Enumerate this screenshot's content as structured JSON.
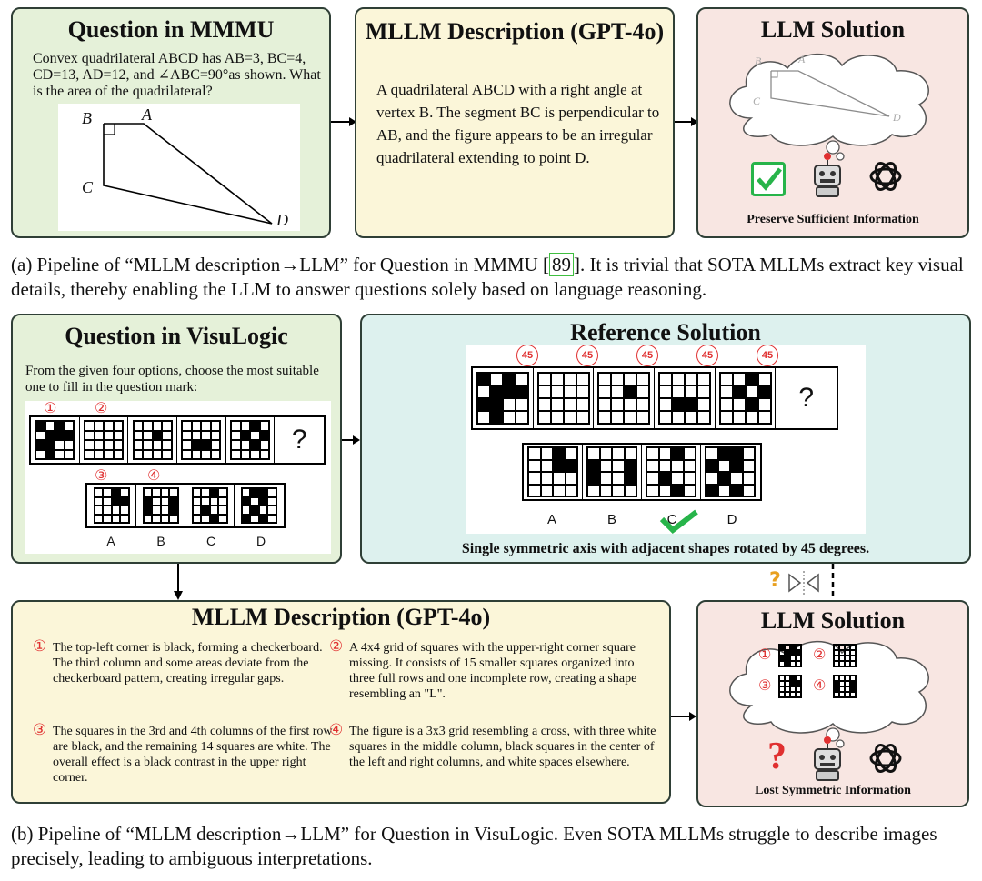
{
  "panel_a1": {
    "title": "Question in MMMU",
    "text": "Convex quadrilateral ABCD has AB=3, BC=4, CD=13, AD=12, and ∠ABC=90°as shown. What is the area of the quadrilateral?",
    "labels": [
      "B",
      "A",
      "C",
      "D"
    ]
  },
  "panel_a2": {
    "title": "MLLM Description (GPT-4o)",
    "text": "A quadrilateral ABCD with a right angle at vertex B. The segment BC is perpendicular to AB, and the figure appears to be an irregular quadrilateral extending to point D."
  },
  "panel_a3": {
    "title": "LLM Solution",
    "footer": "Preserve Sufficient Information",
    "labels": [
      "B",
      "A",
      "C",
      "D"
    ]
  },
  "caption_a": {
    "before": "(a) Pipeline of “MLLM description→LLM” for Question in MMMU [",
    "ref": "89",
    "after": "]. It is trivial that SOTA MLLMs extract key visual details, thereby enabling the LLM to answer questions solely based on language reasoning."
  },
  "panel_b1": {
    "title": "Question in VisuLogic",
    "text": "From the given four options, choose the most suitable one to fill in the question mark:",
    "question_mark": "?",
    "markers": [
      "①",
      "②",
      "③",
      "④"
    ],
    "options": [
      "A",
      "B",
      "C",
      "D"
    ]
  },
  "panel_b2": {
    "title": "Reference Solution",
    "rotation": "45",
    "question_mark": "?",
    "options": [
      "A",
      "B",
      "C",
      "D"
    ],
    "footer": "Single symmetric axis with adjacent shapes rotated by 45 degrees."
  },
  "panel_b3": {
    "title": "MLLM Description (GPT-4o)",
    "items": [
      {
        "num": "①",
        "text": "The top-left corner is black, forming a checkerboard. The third column and some areas deviate from the checkerboard pattern, creating irregular gaps."
      },
      {
        "num": "②",
        "text": "A 4x4 grid of squares with the upper-right corner square missing. It consists of 15 smaller squares organized into three full rows and one incomplete row, creating a shape resembling an \"L\"."
      },
      {
        "num": "③",
        "text": "The squares in the 3rd and 4th columns of the first row are black, and the remaining 14 squares are white. The overall effect is a black contrast in the upper right corner."
      },
      {
        "num": "④",
        "text": "The figure is a 3x3 grid resembling a cross, with three white squares in the middle column, black squares in the center of the left and right columns, and white spaces elsewhere."
      }
    ]
  },
  "panel_b4": {
    "title": "LLM Solution",
    "footer": "Lost Symmetric Information",
    "markers": [
      "①",
      "②",
      "③",
      "④"
    ],
    "big_question": "?"
  },
  "caption_b": {
    "text": "(b) Pipeline of “MLLM description→LLM” for Question in VisuLogic. Even SOTA MLLMs struggle to describe images precisely, leading to ambiguous interpretations."
  },
  "icons": {
    "check": "checkmark-icon",
    "robot": "robot-icon",
    "openai": "openai-logo-icon",
    "question": "question-mark-icon",
    "symmetry": "symmetry-axis-icon"
  },
  "colors": {
    "green_panel": "#e5f1d9",
    "yellow_panel": "#fbf6d9",
    "pink_panel": "#f8e6e2",
    "teal_panel": "#ddf1ee",
    "accent_red": "#e03030",
    "accent_green": "#27b44a"
  }
}
